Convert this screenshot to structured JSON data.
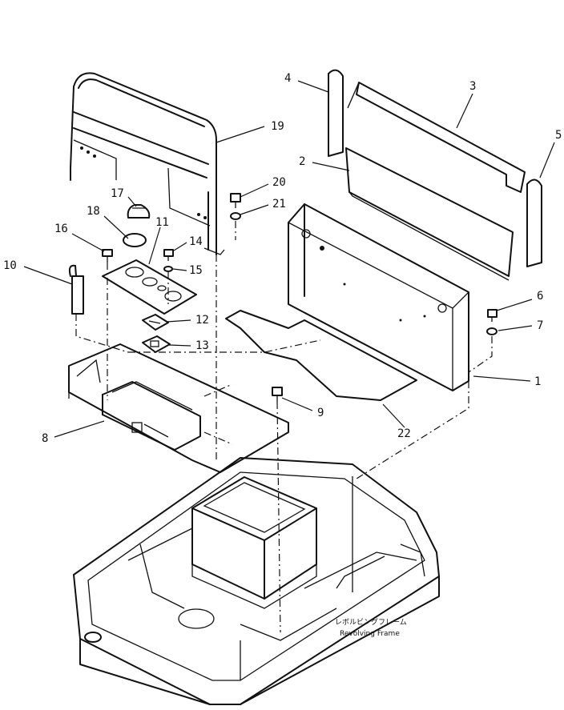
{
  "callouts": [
    {
      "id": "1",
      "text": "1"
    },
    {
      "id": "2",
      "text": "2"
    },
    {
      "id": "3",
      "text": "3"
    },
    {
      "id": "4",
      "text": "4"
    },
    {
      "id": "5",
      "text": "5"
    },
    {
      "id": "6",
      "text": "6"
    },
    {
      "id": "7",
      "text": "7"
    },
    {
      "id": "8",
      "text": "8"
    },
    {
      "id": "9",
      "text": "9"
    },
    {
      "id": "10",
      "text": "10"
    },
    {
      "id": "11",
      "text": "11"
    },
    {
      "id": "12",
      "text": "12"
    },
    {
      "id": "13",
      "text": "13"
    },
    {
      "id": "14",
      "text": "14"
    },
    {
      "id": "15",
      "text": "15"
    },
    {
      "id": "16",
      "text": "16"
    },
    {
      "id": "17",
      "text": "17"
    },
    {
      "id": "18",
      "text": "18"
    },
    {
      "id": "19",
      "text": "19"
    },
    {
      "id": "20",
      "text": "20"
    },
    {
      "id": "21",
      "text": "21"
    },
    {
      "id": "22",
      "text": "22"
    }
  ],
  "frame_label": {
    "japanese": "レボルビングフレーム",
    "english": "Revolving Frame"
  }
}
